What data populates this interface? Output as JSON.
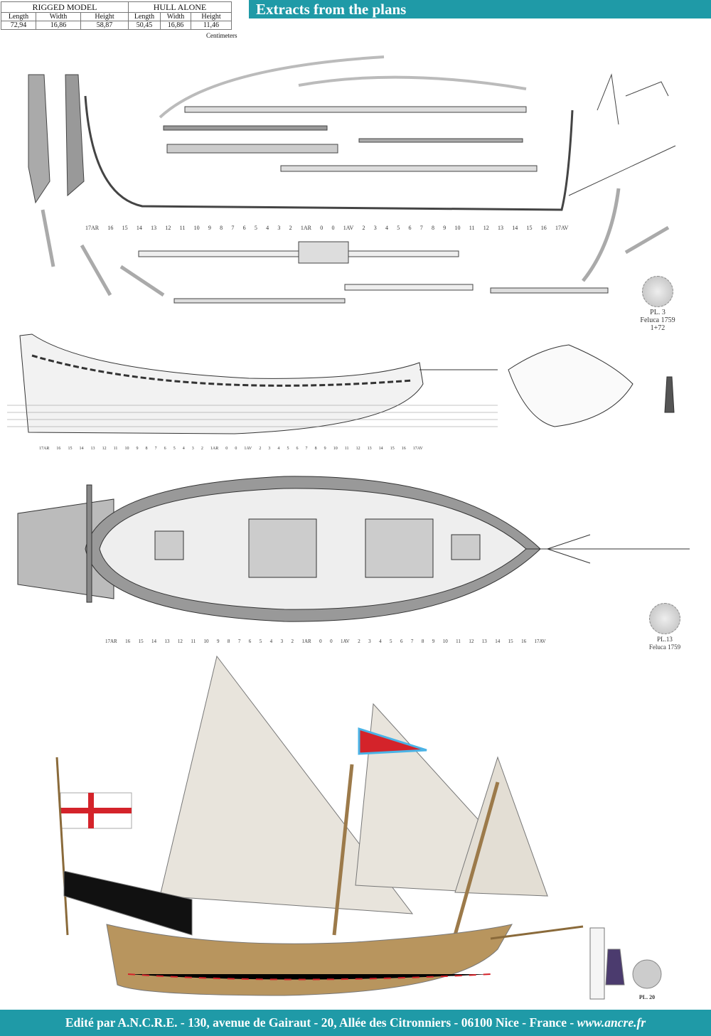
{
  "dimensions": {
    "rigged_model": {
      "heading": "RIGGED MODEL",
      "length": "72,94",
      "width": "16,86",
      "height": "58,87"
    },
    "hull_alone": {
      "heading": "HULL ALONE",
      "length": "50,45",
      "width": "16,86",
      "height": "11,46"
    },
    "col_labels": {
      "length": "Length",
      "width": "Width",
      "height": "Height"
    },
    "units": "Centimeters"
  },
  "title": "Extracts from the plans",
  "stations": [
    "17AR",
    "16",
    "15",
    "14",
    "13",
    "12",
    "11",
    "10",
    "9",
    "8",
    "7",
    "6",
    "5",
    "4",
    "3",
    "2",
    "1AR",
    "0",
    "0",
    "1AV",
    "2",
    "3",
    "4",
    "5",
    "6",
    "7",
    "8",
    "9",
    "10",
    "11",
    "12",
    "13",
    "14",
    "15",
    "16",
    "17AV"
  ],
  "plates": [
    {
      "plate": "PL. 3",
      "name": "Feluca 1759",
      "scale": "1+72"
    },
    {
      "plate": "PL.13",
      "name": "Feluca 1759"
    },
    {
      "plate": "PL. 20"
    }
  ],
  "colors": {
    "teal": "#1f9aa7",
    "sail": "#e8e4dc",
    "hull": "#b8955e",
    "flag_red": "#d4232a"
  },
  "footer": {
    "text": "Edité par A.N.C.R.E. - 130, avenue de Gairaut - 20, Allée des Citronniers - 06100 Nice - France - ",
    "url": "www.ancre.fr"
  }
}
